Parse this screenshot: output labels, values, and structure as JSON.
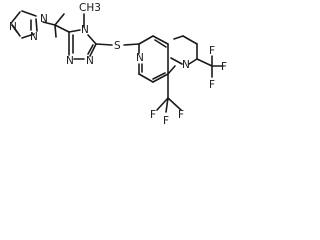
{
  "molecule": {
    "atom_labels": {
      "tri_n1": "N",
      "tri_n2": "N",
      "tri_n4": "N",
      "t2_n4": "N",
      "t2_n1": "N",
      "t2_n2": "N",
      "methyl": "CH3",
      "sulfur": "S",
      "naph_n1": "N",
      "naph_n8": "N",
      "cf3_top_f1": "F",
      "cf3_top_f2": "F",
      "cf3_top_f3": "F",
      "cf3_bot_f1": "F",
      "cf3_bot_f2": "F",
      "cf3_bot_f3": "F"
    }
  }
}
